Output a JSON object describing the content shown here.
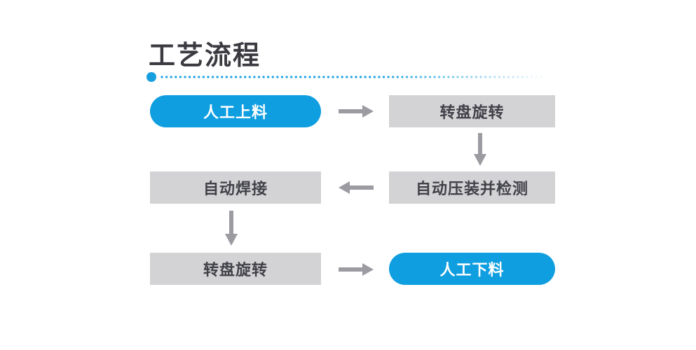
{
  "header": {
    "title": "工艺流程",
    "title_color": "#3a3a40",
    "divider": {
      "style": "dotted-line-fading-right",
      "dot_color": "#189fe0"
    }
  },
  "flowchart": {
    "colors": {
      "highlight_bg": "#0f9ee0",
      "highlight_text": "#ffffff",
      "normal_bg": "#d3d3d5",
      "normal_text": "#414149",
      "arrow": "#9b9ba1"
    },
    "nodes": [
      {
        "id": "manual-loading",
        "label": "人工上料",
        "type": "highlight-pill",
        "row": 1,
        "col": 1
      },
      {
        "id": "turntable-rotation-1",
        "label": "转盘旋转",
        "type": "normal",
        "row": 1,
        "col": 2
      },
      {
        "id": "auto-welding",
        "label": "自动焊接",
        "type": "normal",
        "row": 2,
        "col": 1
      },
      {
        "id": "auto-press-inspect",
        "label": "自动压装并检测",
        "type": "normal",
        "row": 2,
        "col": 2
      },
      {
        "id": "turntable-rotation-2",
        "label": "转盘旋转",
        "type": "normal",
        "row": 3,
        "col": 1
      },
      {
        "id": "manual-unloading",
        "label": "人工下料",
        "type": "highlight-pill",
        "row": 3,
        "col": 2
      }
    ],
    "arrows": [
      {
        "from": "manual-loading",
        "to": "turntable-rotation-1",
        "direction": "right",
        "icon": "arrow-right-icon"
      },
      {
        "from": "turntable-rotation-1",
        "to": "auto-press-inspect",
        "direction": "down",
        "icon": "arrow-down-icon"
      },
      {
        "from": "auto-press-inspect",
        "to": "auto-welding",
        "direction": "left",
        "icon": "arrow-left-icon"
      },
      {
        "from": "auto-welding",
        "to": "turntable-rotation-2",
        "direction": "down",
        "icon": "arrow-down-icon"
      },
      {
        "from": "turntable-rotation-2",
        "to": "manual-unloading",
        "direction": "right",
        "icon": "arrow-right-icon"
      }
    ]
  }
}
